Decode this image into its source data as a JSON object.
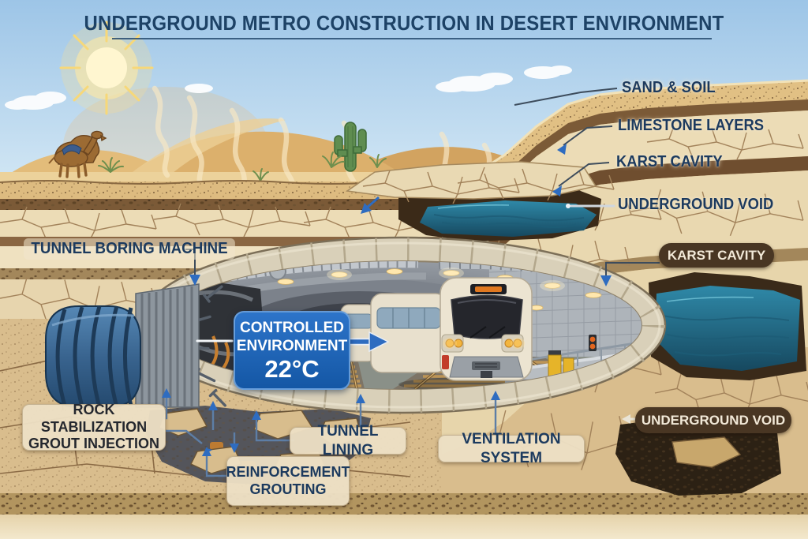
{
  "title": "UNDERGROUND METRO CONSTRUCTION IN DESERT ENVIRONMENT",
  "geology_labels": {
    "sand_soil": "SAND & SOIL",
    "limestone_layers": "LIMESTONE LAYERS",
    "karst_cavity": "KARST CAVITY",
    "underground_void": "UNDERGROUND VOID"
  },
  "machine_label": "TUNNEL BORING MACHINE",
  "badges": {
    "karst_cavity": "KARST CAVITY",
    "underground_void": "UNDERGROUND VOID"
  },
  "controlled_environment": {
    "line1": "CONTROLLED",
    "line2": "ENVIRONMENT",
    "temperature": "22°C"
  },
  "construction_labels": {
    "rock_stabilization_line1": "ROCK STABILIZATION",
    "rock_stabilization_line2": "GROUT INJECTION",
    "tunnel_lining": "TUNNEL LINING",
    "ventilation_system": "VENTILATION SYSTEM",
    "reinforcement_line1": "REINFORCEMENT",
    "reinforcement_line2": "GROUTING"
  },
  "colors": {
    "label_navy": "#1c3a5e",
    "accent_blue": "#2e6cc0",
    "badge_brown": "#493623",
    "callout_cream": "#ecdfc4",
    "water_teal": "#2b7d9c",
    "sky_blue": "#a9cdea",
    "sand_tan": "#ddbb80",
    "temperature_box_blue": "#1d63b8"
  },
  "scene_icons": {
    "sun": "sun-icon",
    "clouds": "cloud-icon",
    "camel": "camel-icon",
    "cactus": "cactus-icon",
    "heat_waves": "heat-waves",
    "train": "metro-train",
    "tbm": "tunnel-boring-machine",
    "water_pools": "karst-water-pool",
    "tracks": "rail-tracks"
  }
}
